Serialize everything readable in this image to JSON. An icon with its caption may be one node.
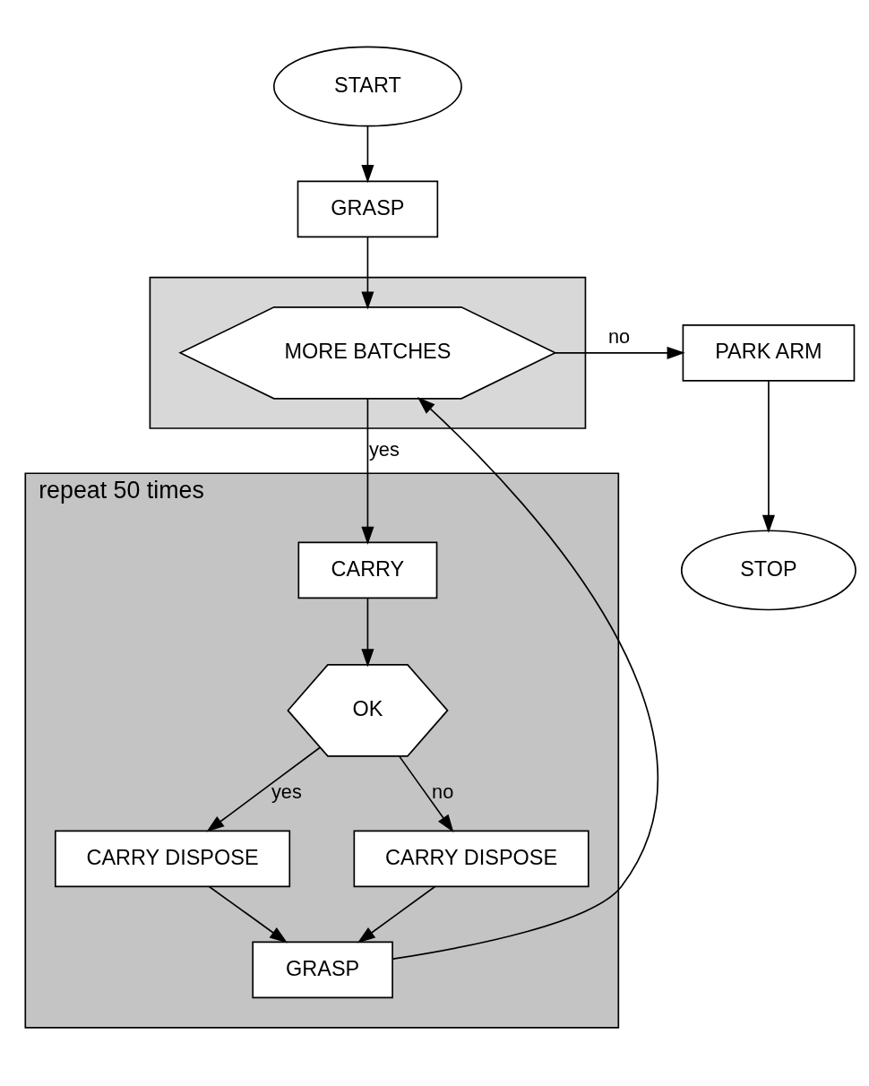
{
  "diagram": {
    "nodes": [
      {
        "text": [
          "START"
        ]
      },
      {
        "text": [
          "GRASP"
        ]
      },
      {
        "text": [],
        "shape": "box"
      },
      {
        "text": [
          "MORE BATCHES"
        ],
        "in": 2
      },
      {
        "text": [
          "repeat 50 times"
        ]
      },
      {
        "text": [
          "CARRY"
        ],
        "in": 4
      },
      {
        "text": [
          "OK"
        ],
        "in": 4
      },
      {
        "text": [
          "CARRY DISPOSE"
        ],
        "in": 4
      },
      {
        "text": [
          "CARRY DISPOSE"
        ],
        "in": 4
      },
      {
        "text": [
          "GRASP"
        ],
        "in": 4
      },
      {
        "text": [
          "PARK ARM"
        ]
      },
      {
        "text": [
          "STOP"
        ]
      }
    ],
    "edges": [
      {
        "from": 0,
        "to": 1,
        "arrow": "to"
      },
      {
        "from": 1,
        "to": 3,
        "arrow": "to"
      },
      {
        "from": 3,
        "to": 10,
        "arrow": "to",
        "label": "no"
      },
      {
        "from": 10,
        "to": 11,
        "arrow": "to"
      },
      {
        "from": 3,
        "to": 5,
        "arrow": "to",
        "label": "yes"
      },
      {
        "from": 5,
        "to": 6,
        "arrow": "to"
      },
      {
        "from": 6,
        "to": 7,
        "arrow": "to",
        "label": "yes"
      },
      {
        "from": 6,
        "to": 8,
        "arrow": "to",
        "label": "no"
      },
      {
        "from": 7,
        "to": 9,
        "arrow": "to"
      },
      {
        "from": 8,
        "to": 9,
        "arrow": "to"
      },
      {
        "from": 9,
        "to": 3,
        "arrow": "to"
      }
    ]
  }
}
